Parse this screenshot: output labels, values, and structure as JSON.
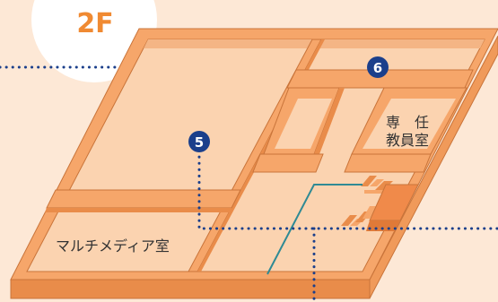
{
  "floor": {
    "label": "2F"
  },
  "rooms": {
    "multimedia": "マルチメディア室",
    "staff_line1": "専　任",
    "staff_line2": "教員室"
  },
  "markers": [
    {
      "number": "6"
    },
    {
      "number": "5"
    }
  ],
  "colors": {
    "background": "#fde8d6",
    "floor_top": "#fbd3b0",
    "wall_top": "#f6a66a",
    "wall_side": "#e98c4a",
    "wall_outline": "#c9743a",
    "accent": "#f08a32",
    "route_dots": "#1b3f8b",
    "marker_fill": "#1b3f8b",
    "stair_path": "#2f8a94"
  }
}
